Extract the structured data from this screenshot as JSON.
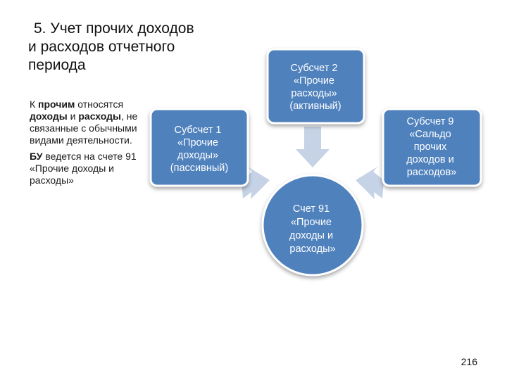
{
  "title_lines": [
    "5. Учет прочих доходов",
    "и расходов отчетного",
    "периода"
  ],
  "paragraph1": {
    "t1": "К ",
    "b1": "прочим",
    "t2": " относятся ",
    "b2": "доходы",
    "t3": " и ",
    "b3": "расходы",
    "t4": ", не связанные с обычными видами деятельности."
  },
  "paragraph2": {
    "b1": "БУ",
    "t1": " ведется на счете 91 «Прочие доходы и расходы»"
  },
  "nodes": {
    "sub1": [
      "Субсчет 1",
      "«Прочие",
      "доходы»",
      "(пассивный)"
    ],
    "sub2": [
      "Субсчет 2",
      "«Прочие",
      "расходы»",
      "(активный)"
    ],
    "sub9": [
      "Субсчет 9",
      "«Сальдо",
      "прочих",
      "доходов и",
      "расходов»"
    ],
    "center": [
      "Счет 91",
      "«Прочие",
      "доходы и",
      "расходы»"
    ]
  },
  "colors": {
    "node_fill": "#4f81bd",
    "node_stroke": "#ffffff",
    "arrow_fill": "#c6d3e6"
  },
  "page_number": "216"
}
